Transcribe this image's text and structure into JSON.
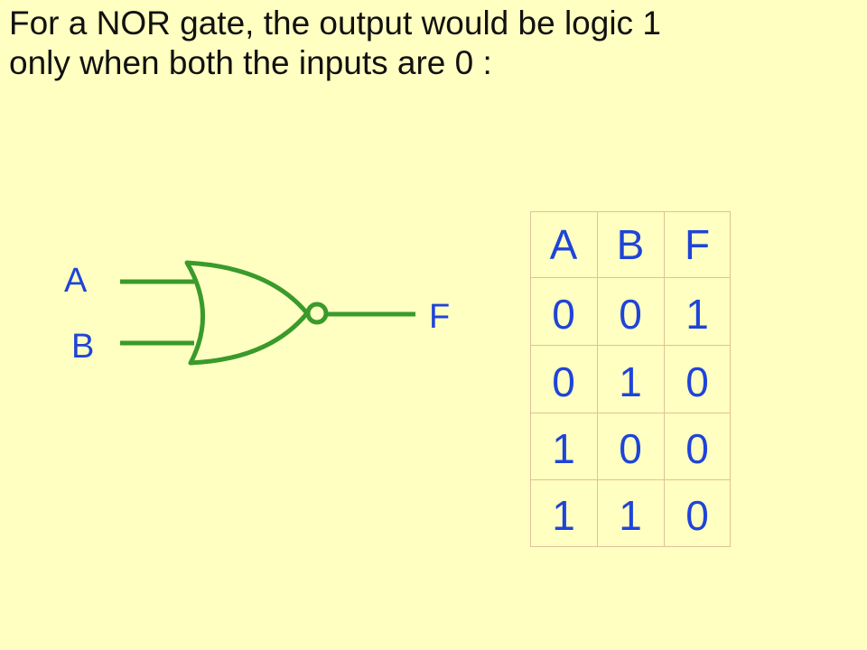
{
  "heading": {
    "line1": "For a NOR gate, the output would be logic 1",
    "line2": "only when both the inputs are 0 :"
  },
  "gate": {
    "input_a_label": "A",
    "input_b_label": "B",
    "output_label": "F",
    "wire_color": "#3a9a2b",
    "label_color": "#1f44d8"
  },
  "truth_table": {
    "headers": [
      "A",
      "B",
      "F"
    ],
    "rows": [
      [
        "0",
        "0",
        "1"
      ],
      [
        "0",
        "1",
        "0"
      ],
      [
        "1",
        "0",
        "0"
      ],
      [
        "1",
        "1",
        "0"
      ]
    ],
    "grid_color": "#e0c298"
  }
}
